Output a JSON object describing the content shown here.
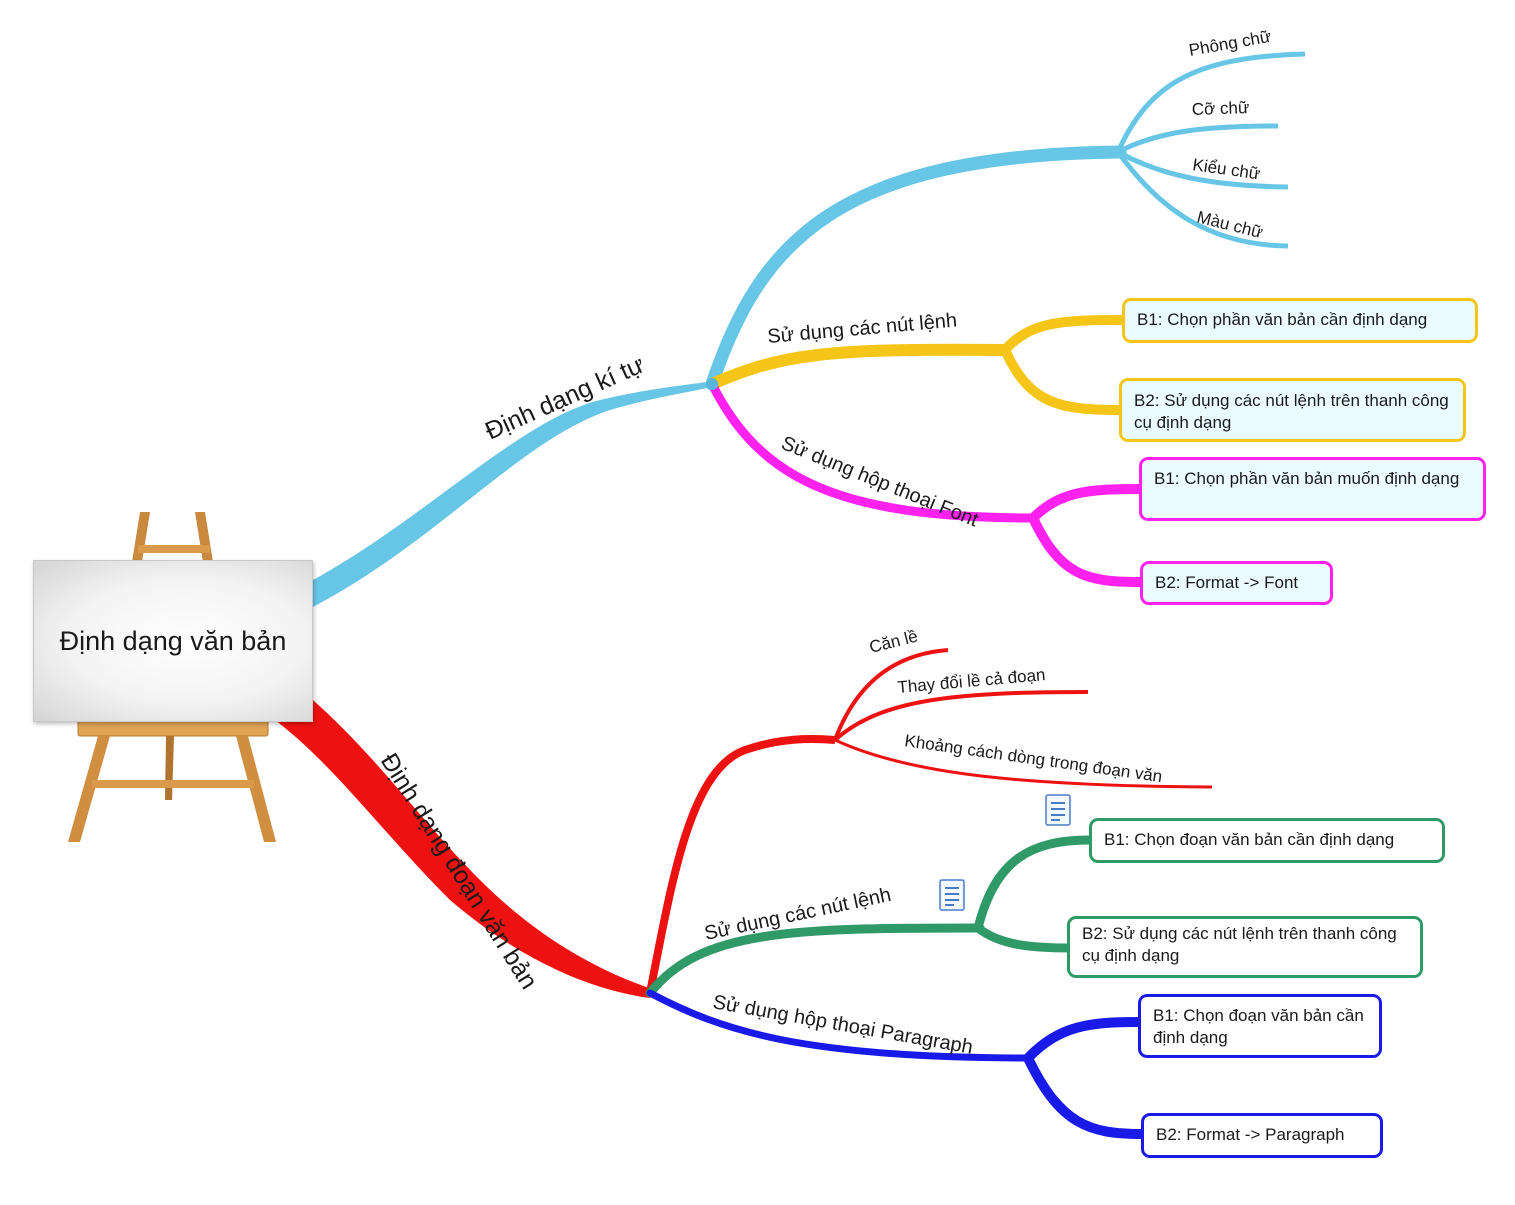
{
  "central_topic": "Định dạng văn bản",
  "branches": [
    {
      "label": "Định dạng kí tự",
      "color": "#67c6e6",
      "children": [
        {
          "label": "",
          "color": "#67c6e6",
          "subtopics": [
            "Phông chữ",
            "Cỡ chữ",
            "Kiểu chữ",
            "Màu chữ"
          ]
        },
        {
          "label": "Sử dụng các nút lệnh",
          "color": "#f5c518",
          "steps": [
            "B1: Chọn phần văn bản cần định dạng",
            "B2: Sử dụng các nút lệnh trên thanh công cụ định dạng"
          ]
        },
        {
          "label": "Sử dụng hộp thoại Font",
          "color": "#ff22ee",
          "steps": [
            "B1: Chọn phần văn bản muốn định dạng",
            "B2: Format -> Font"
          ]
        }
      ]
    },
    {
      "label": "Định dạng đoạn văn bản",
      "color": "#ee1111",
      "children": [
        {
          "label": "",
          "color": "#ee1111",
          "subtopics": [
            "Căn lề",
            "Thay đổi lề cả đoạn",
            "Khoảng cách dòng trong đoạn văn"
          ]
        },
        {
          "label": "Sử dụng các nút lệnh",
          "color": "#2f9a68",
          "steps": [
            "B1: Chọn đoạn văn bản cần định dạng",
            "B2: Sử dụng các nút lệnh trên thanh công cụ định dạng"
          ]
        },
        {
          "label": "Sử dụng hộp thoại Paragraph",
          "color": "#1a1ae8",
          "steps": [
            "B1: Chọn đoạn văn bản cần định dạng",
            "B2: Format -> Paragraph"
          ]
        }
      ]
    }
  ],
  "icons": [
    "easel-icon",
    "notes-icon"
  ]
}
